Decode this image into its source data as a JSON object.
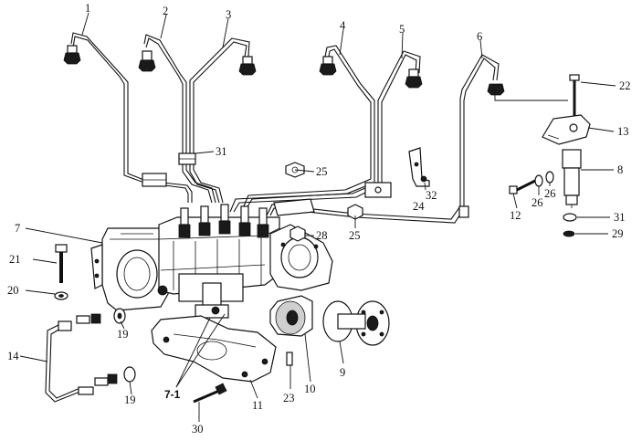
{
  "labels": {
    "l1": "1",
    "l2": "2",
    "l3": "3",
    "l4": "4",
    "l5": "5",
    "l6": "6",
    "l7": "7",
    "l7_1": "7-1",
    "l8": "8",
    "l9": "9",
    "l10": "10",
    "l11": "11",
    "l12": "12",
    "l13": "13",
    "l14": "14",
    "l19a": "19",
    "l19b": "19",
    "l20": "20",
    "l21": "21",
    "l22": "22",
    "l23": "23",
    "l24": "24",
    "l25a": "25",
    "l25b": "25",
    "l26a": "26",
    "l26b": "26",
    "l28": "28",
    "l29": "29",
    "l30": "30",
    "l31a": "31",
    "l31b": "31",
    "l32": "32"
  }
}
